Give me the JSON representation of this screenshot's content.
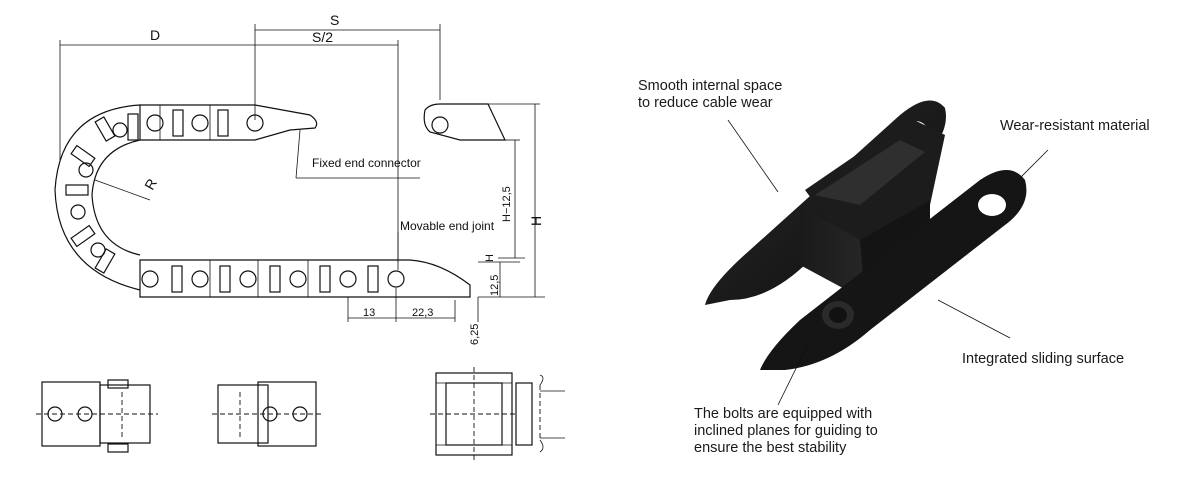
{
  "drawing": {
    "dimensions": {
      "s": "S",
      "s_half": "S/2",
      "d": "D",
      "r": "R",
      "h": "H",
      "h_minus": "H−12,5",
      "h_inner": "H",
      "d125": "12,5",
      "d13": "13",
      "d223": "22,3",
      "d625": "6,25"
    },
    "labels": {
      "fixed_end": "Fixed end connector",
      "movable_end": "Movable end joint"
    }
  },
  "photo": {
    "annotations": {
      "smooth_1": "Smooth internal space",
      "smooth_2": "to reduce cable wear",
      "wear": "Wear-resistant material",
      "sliding": "Integrated sliding surface",
      "bolts_1": "The bolts are equipped with",
      "bolts_2": "inclined planes for guiding to",
      "bolts_3": "ensure the best stability"
    }
  }
}
